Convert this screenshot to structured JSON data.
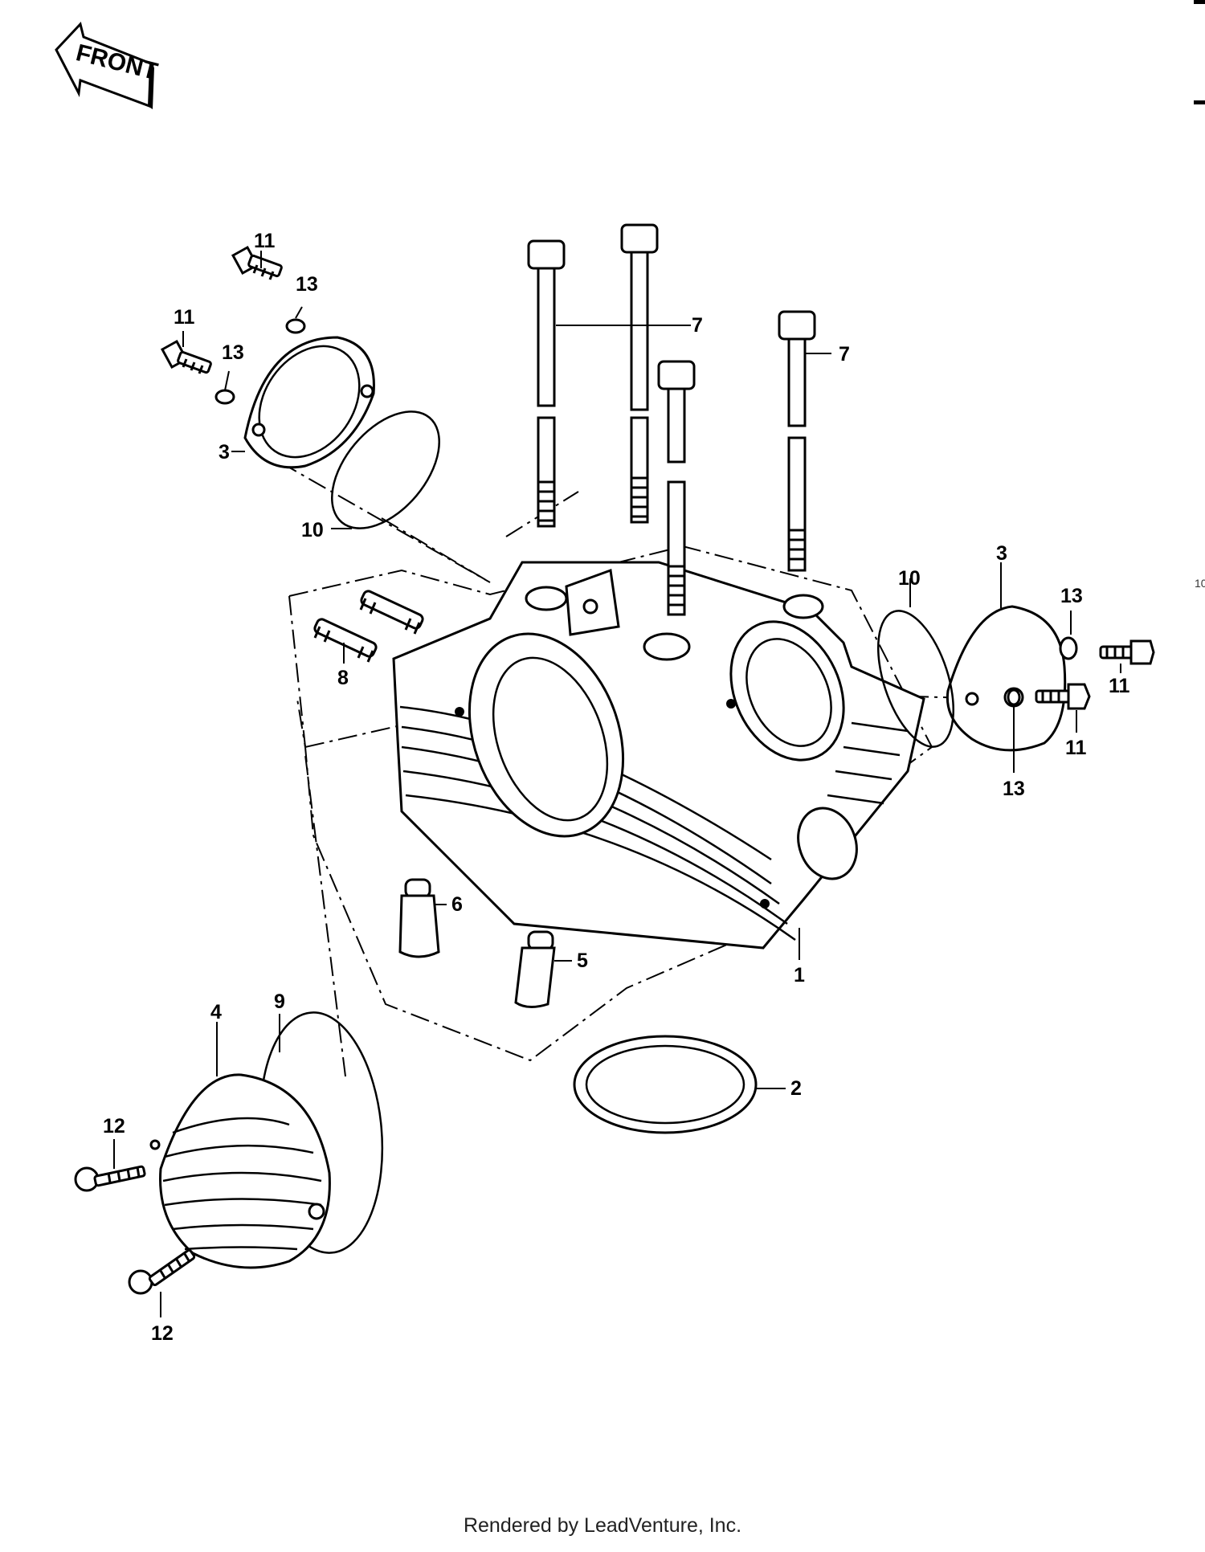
{
  "front_badge": "FRONT",
  "callouts": [
    "1",
    "2",
    "3",
    "4",
    "5",
    "6",
    "7",
    "8",
    "9",
    "10",
    "11",
    "12",
    "13"
  ],
  "footer": "Rendered by LeadVenture, Inc.",
  "edge_text": "10"
}
